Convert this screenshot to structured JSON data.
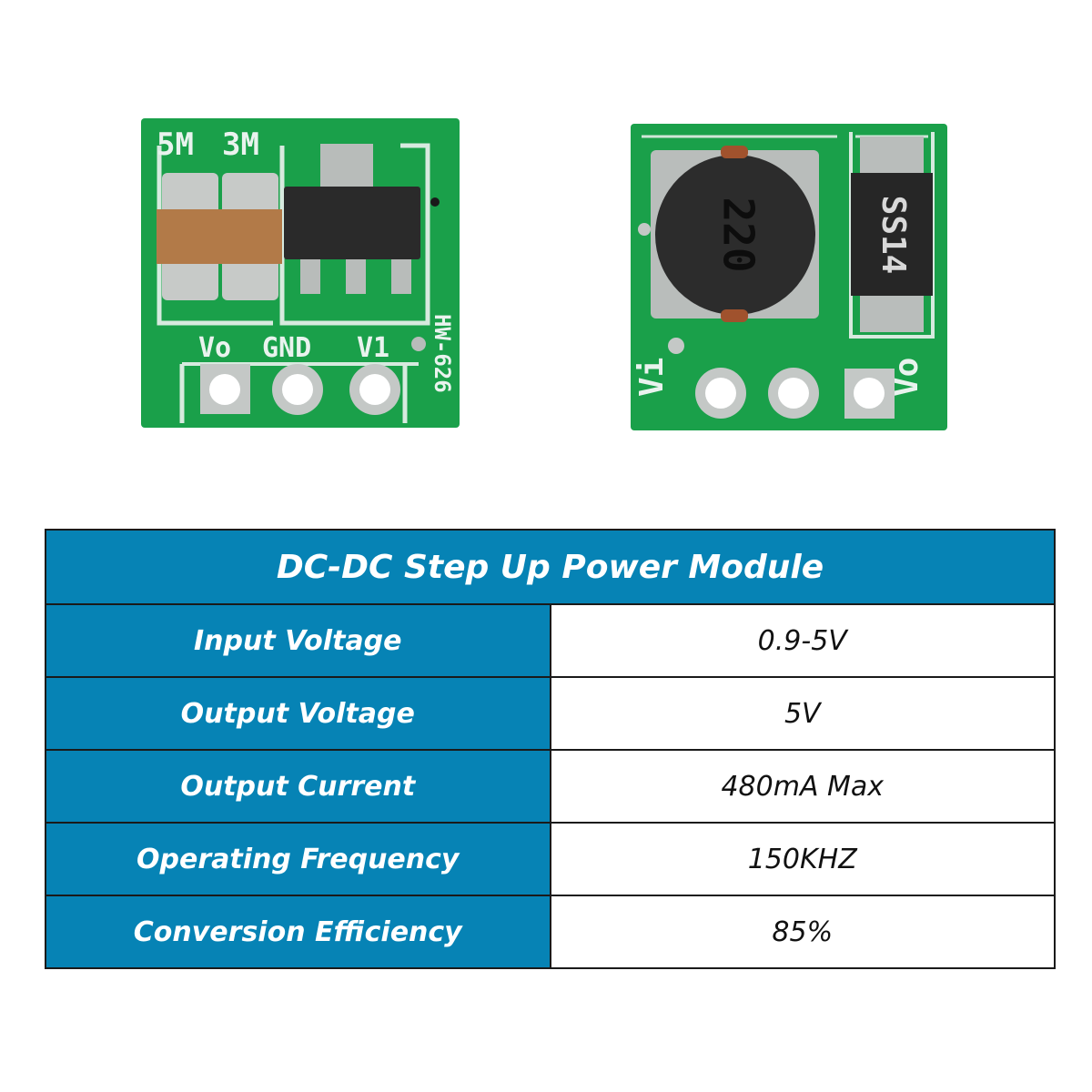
{
  "board_left": {
    "silk_5m": "5M",
    "silk_3m": "3M",
    "silk_vo": "Vo",
    "silk_gnd": "GND",
    "silk_v1": "V1",
    "silk_model": "HW-626"
  },
  "board_right": {
    "inductor_code": "220",
    "diode_code": "SS14",
    "silk_vi": "Vi",
    "silk_vo": "Vo"
  },
  "colors": {
    "pcb_green": "#1aa04a",
    "table_blue": "#0683b5"
  },
  "table": {
    "title": "DC-DC Step Up Power Module",
    "rows": [
      {
        "label": "Input Voltage",
        "value": "0.9-5V"
      },
      {
        "label": "Output Voltage",
        "value": "5V"
      },
      {
        "label": "Output Current",
        "value": "480mA Max"
      },
      {
        "label": "Operating Frequency",
        "value": "150KHZ"
      },
      {
        "label": "Conversion Efficiency",
        "value": "85%"
      }
    ]
  }
}
